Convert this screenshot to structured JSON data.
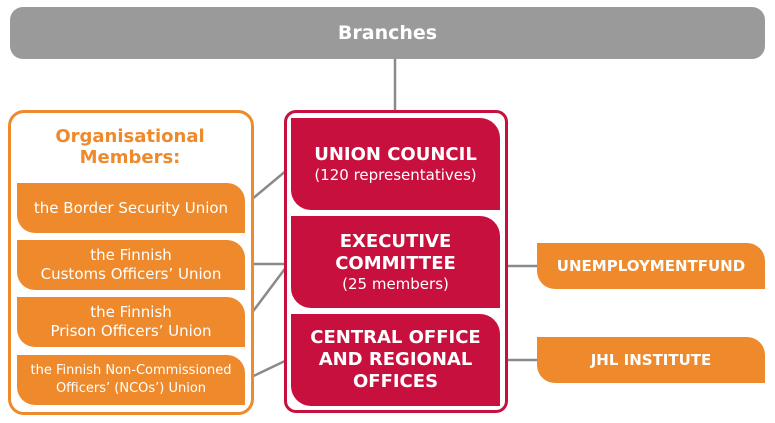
{
  "branches": {
    "label": "Branches"
  },
  "org_members": {
    "title": [
      "Organisational",
      "Members:"
    ],
    "items": [
      {
        "lines": [
          "the Border Security Union"
        ]
      },
      {
        "lines": [
          "the Finnish",
          "Customs Officers’ Union"
        ]
      },
      {
        "lines": [
          "the Finnish",
          "Prison Officers’ Union"
        ]
      },
      {
        "lines": [
          "the Finnish Non-Commissioned",
          "Officers’ (NCOs’) Union"
        ]
      }
    ]
  },
  "council": {
    "union_council": {
      "title": "UNION COUNCIL",
      "subtitle": "(120 representatives)"
    },
    "executive_committee": {
      "title_lines": [
        "EXECUTIVE",
        "COMMITTEE"
      ],
      "subtitle": "(25 members)"
    },
    "central_office": {
      "title_lines": [
        "CENTRAL OFFICE",
        "AND REGIONAL",
        "OFFICES"
      ]
    }
  },
  "right": {
    "unemployment_fund": "UNEMPLOYMENTFUND",
    "jhl_institute": "JHL INSTITUTE"
  },
  "colors": {
    "orange": "#ef8a2c",
    "crimson": "#c8103e",
    "gray": "#9a9a9a",
    "connector": "#8a8a8a"
  }
}
